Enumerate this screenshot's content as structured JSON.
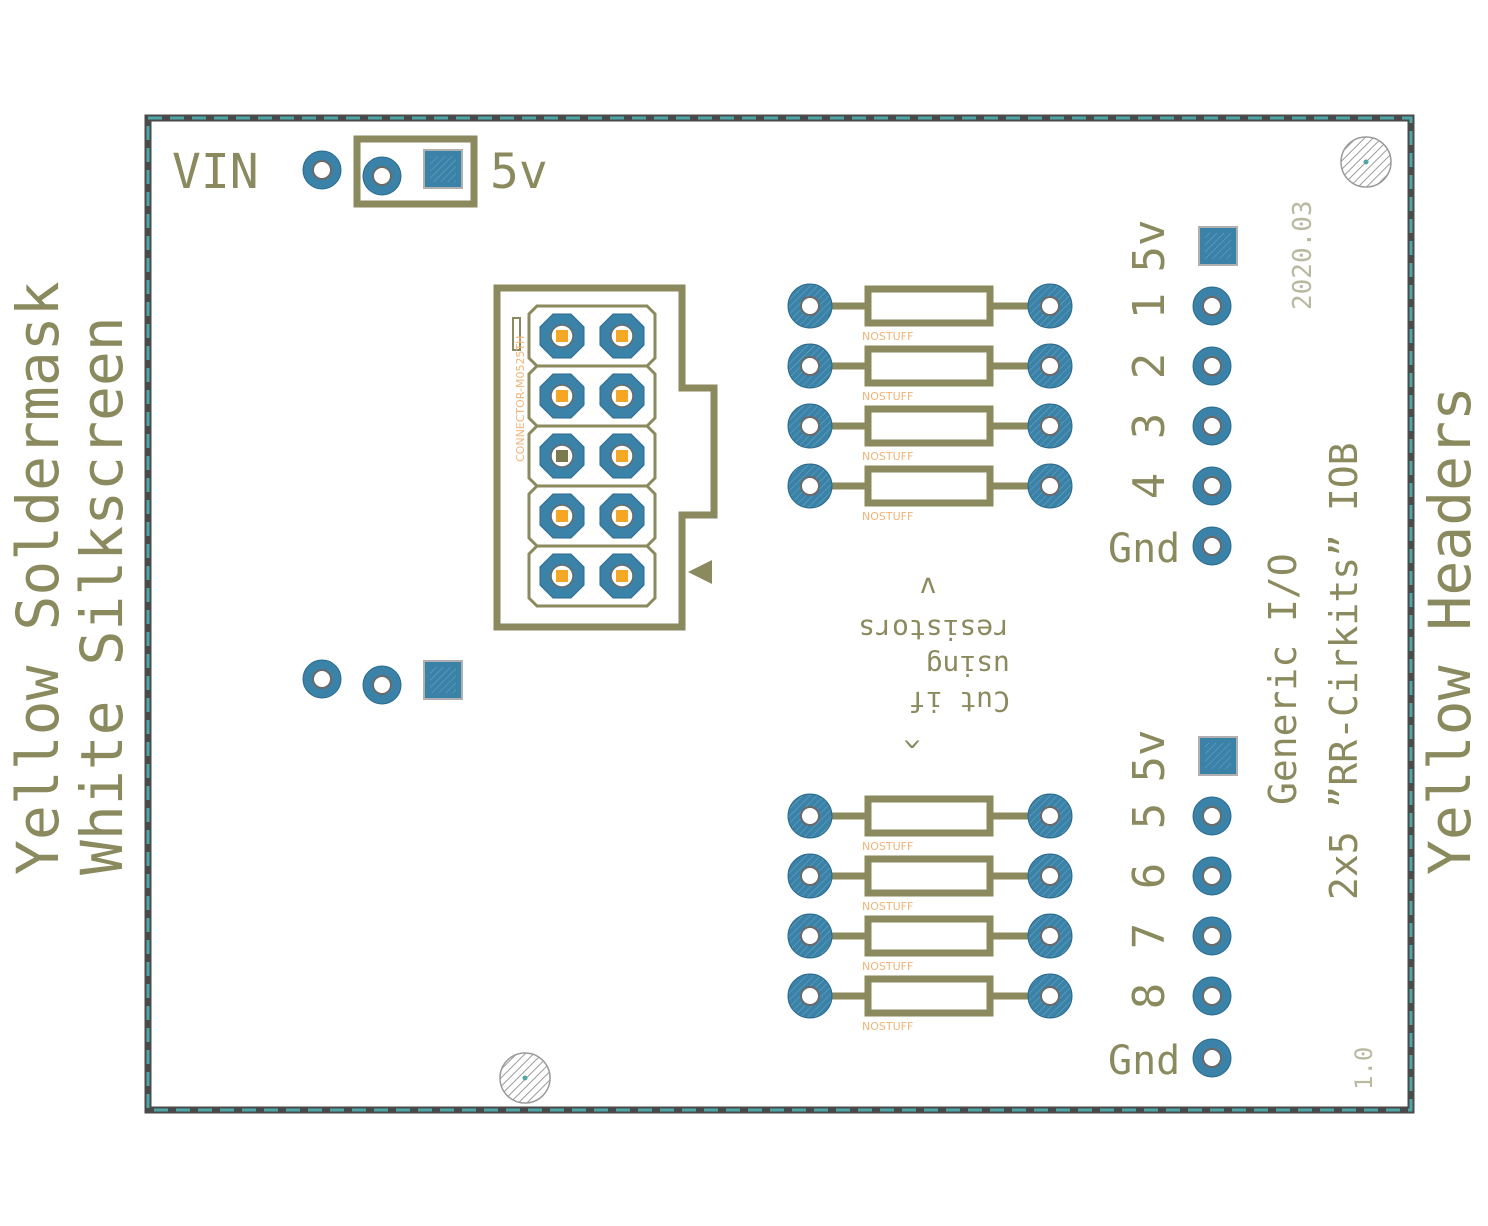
{
  "labels": {
    "vin": "VIN",
    "v5_top": "5v",
    "left_line1": "Yellow Soldermask",
    "left_line2": "White Silkscreen",
    "right_line": "Yellow Headers",
    "date": "2020.03",
    "title_line1": "Generic I/O",
    "title_line2": "2x5 ”RR-Cirkits” IOB",
    "version": "1.0",
    "cut_line1": "Cut if",
    "cut_line2": "using",
    "cut_line3": "resistors",
    "arrow_up": "^",
    "arrow_down": "v",
    "connector": "CONNECTOR-M0525TH",
    "resistor_value": "NOSTUFF"
  },
  "header_top": [
    "5v",
    "1",
    "2",
    "3",
    "4",
    "Gnd"
  ],
  "header_bottom": [
    "5v",
    "5",
    "6",
    "7",
    "8",
    "Gnd"
  ],
  "colors": {
    "silkscreen": "#8a8a5e",
    "pad": "#3a82a8",
    "board_edge": "#4a4a4a",
    "board_edge_dash": "#4ea6a6",
    "connector_pad": "#f5a623"
  }
}
